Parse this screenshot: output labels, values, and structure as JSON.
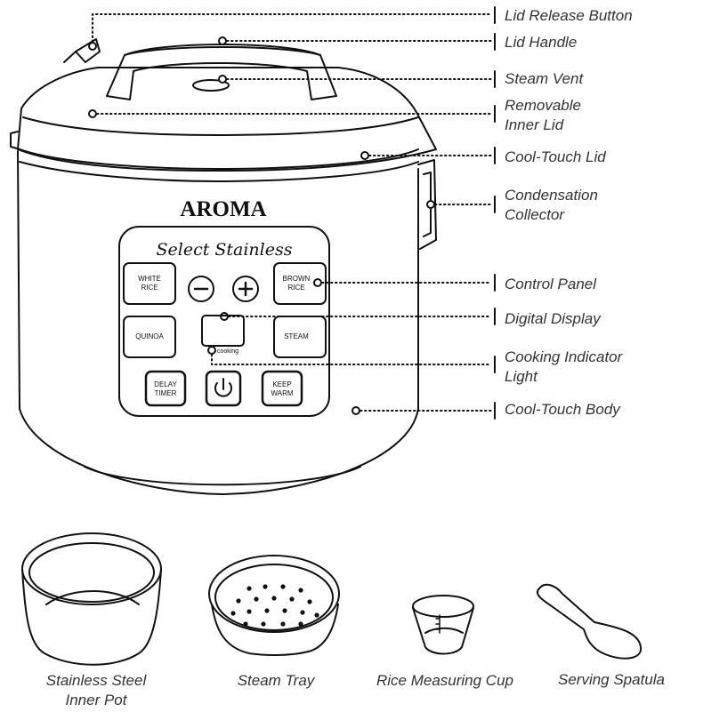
{
  "brand": {
    "logo_text": "AROMA",
    "panel_script": "Select Stainless",
    "accent_color": "#111111"
  },
  "control_panel": {
    "white_rice_label": "WHITE RICE",
    "brown_rice_label": "BROWN RICE",
    "quinoa_label": "QUINOA",
    "steam_label": "STEAM",
    "delay_timer_label": "DELAY TIMER",
    "keep_warm_label": "KEEP WARM",
    "minus_symbol": "−",
    "plus_symbol": "+",
    "cooking_label": "cooking",
    "power_icon": "power-icon"
  },
  "callouts": [
    {
      "id": "lid-release-button",
      "text": "Lid Release Button"
    },
    {
      "id": "lid-handle",
      "text": "Lid Handle"
    },
    {
      "id": "steam-vent",
      "text": "Steam Vent"
    },
    {
      "id": "removable-inner-lid",
      "text": "Removable Inner Lid"
    },
    {
      "id": "cool-touch-lid",
      "text": "Cool-Touch Lid"
    },
    {
      "id": "condensation-collector",
      "text": "Condensation Collector"
    },
    {
      "id": "control-panel",
      "text": "Control Panel"
    },
    {
      "id": "digital-display",
      "text": "Digital Display"
    },
    {
      "id": "cooking-indicator-light",
      "text": "Cooking Indicator Light"
    },
    {
      "id": "cool-touch-body",
      "text": "Cool-Touch Body"
    }
  ],
  "accessories": [
    {
      "id": "inner-pot",
      "text": "Stainless Steel Inner Pot"
    },
    {
      "id": "steam-tray",
      "text": "Steam Tray"
    },
    {
      "id": "measuring-cup",
      "text": "Rice Measuring Cup"
    },
    {
      "id": "serving-spatula",
      "text": "Serving Spatula"
    }
  ]
}
